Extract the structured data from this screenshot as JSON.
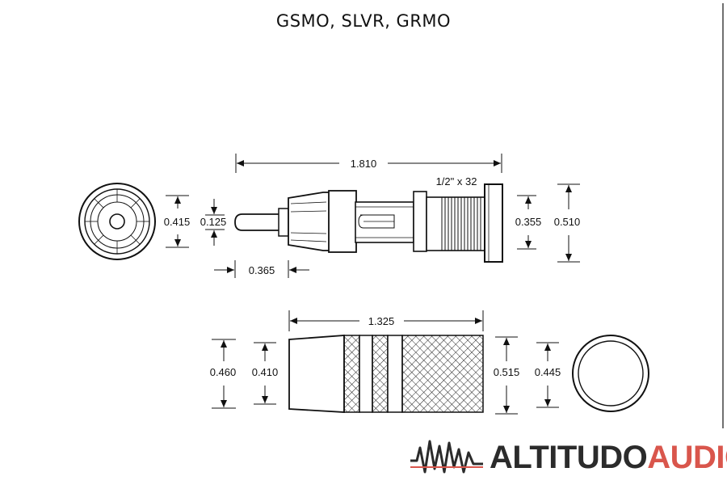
{
  "title": "GSMO, SLVR, GRMO",
  "dimensions": {
    "overall_length": "1.810",
    "thread": "1/2\" x 32",
    "face_outer": "0.415",
    "pin_diameter": "0.125",
    "pin_length": "0.365",
    "thread_diameter": "0.355",
    "flange_diameter": "0.510",
    "sleeve_length": "1.325",
    "sleeve_front_outer": "0.460",
    "sleeve_front_inner": "0.410",
    "sleeve_rear_outer": "0.515",
    "sleeve_rear_inner": "0.445"
  },
  "logo": {
    "part1": "ALTITUDO",
    "part2": "AUDIO",
    "colors": {
      "dark": "#2b2b2b",
      "accent": "#d9564c"
    }
  }
}
